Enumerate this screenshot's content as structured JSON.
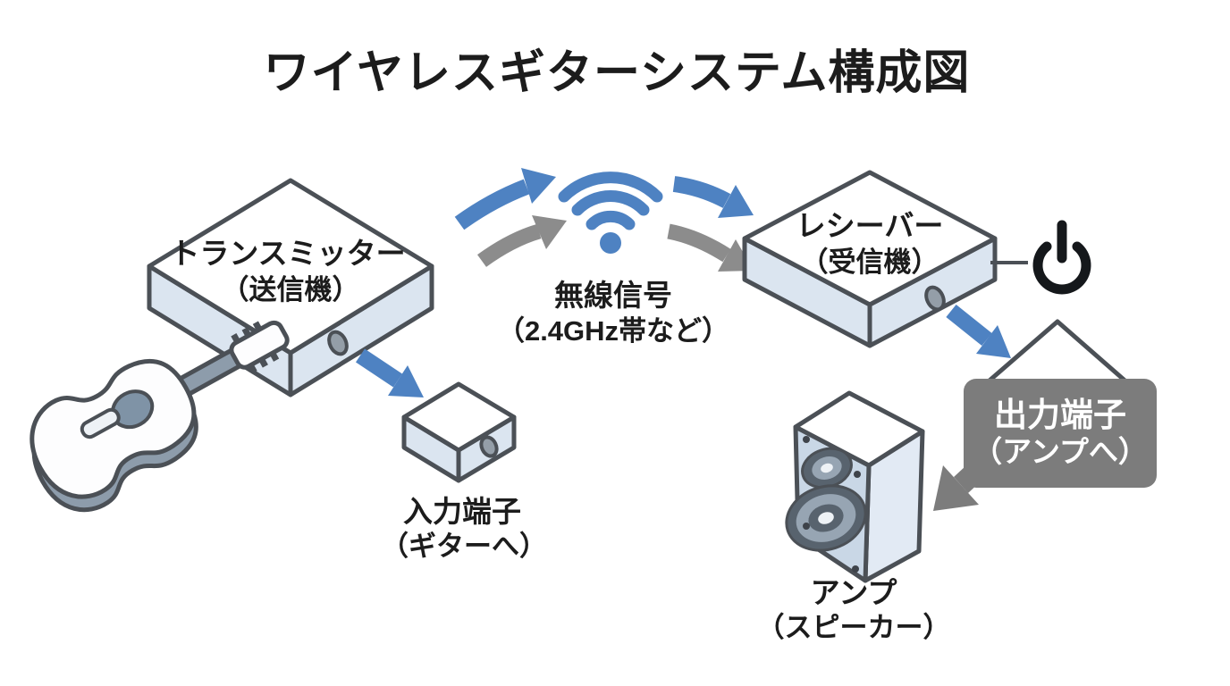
{
  "title": "ワイヤレスギターシステム構成図",
  "nodes": {
    "transmitter": {
      "label": "トランスミッター",
      "sublabel": "（送信機）"
    },
    "wireless_signal": {
      "label": "無線信号",
      "sublabel": "（2.4GHz帯など）"
    },
    "receiver": {
      "label": "レシーバー",
      "sublabel": "（受信機）"
    },
    "input_terminal": {
      "label": "入力端子",
      "sublabel": "（ギターへ）"
    },
    "output_terminal": {
      "label": "出力端子",
      "sublabel": "（アンプへ）"
    },
    "amplifier": {
      "label": "アンプ",
      "sublabel": "（スピーカー）"
    }
  },
  "icons": {
    "wifi": "wifi-icon",
    "power": "power-icon"
  },
  "colors": {
    "signal_blue": "#4e82c2",
    "signal_gray": "#8c8c8c",
    "callout_bg": "#7c7c7c",
    "device_outline": "#4b5056",
    "device_side": "#dbe5f0",
    "device_top": "#ffffff",
    "text": "#1c1c1c"
  }
}
